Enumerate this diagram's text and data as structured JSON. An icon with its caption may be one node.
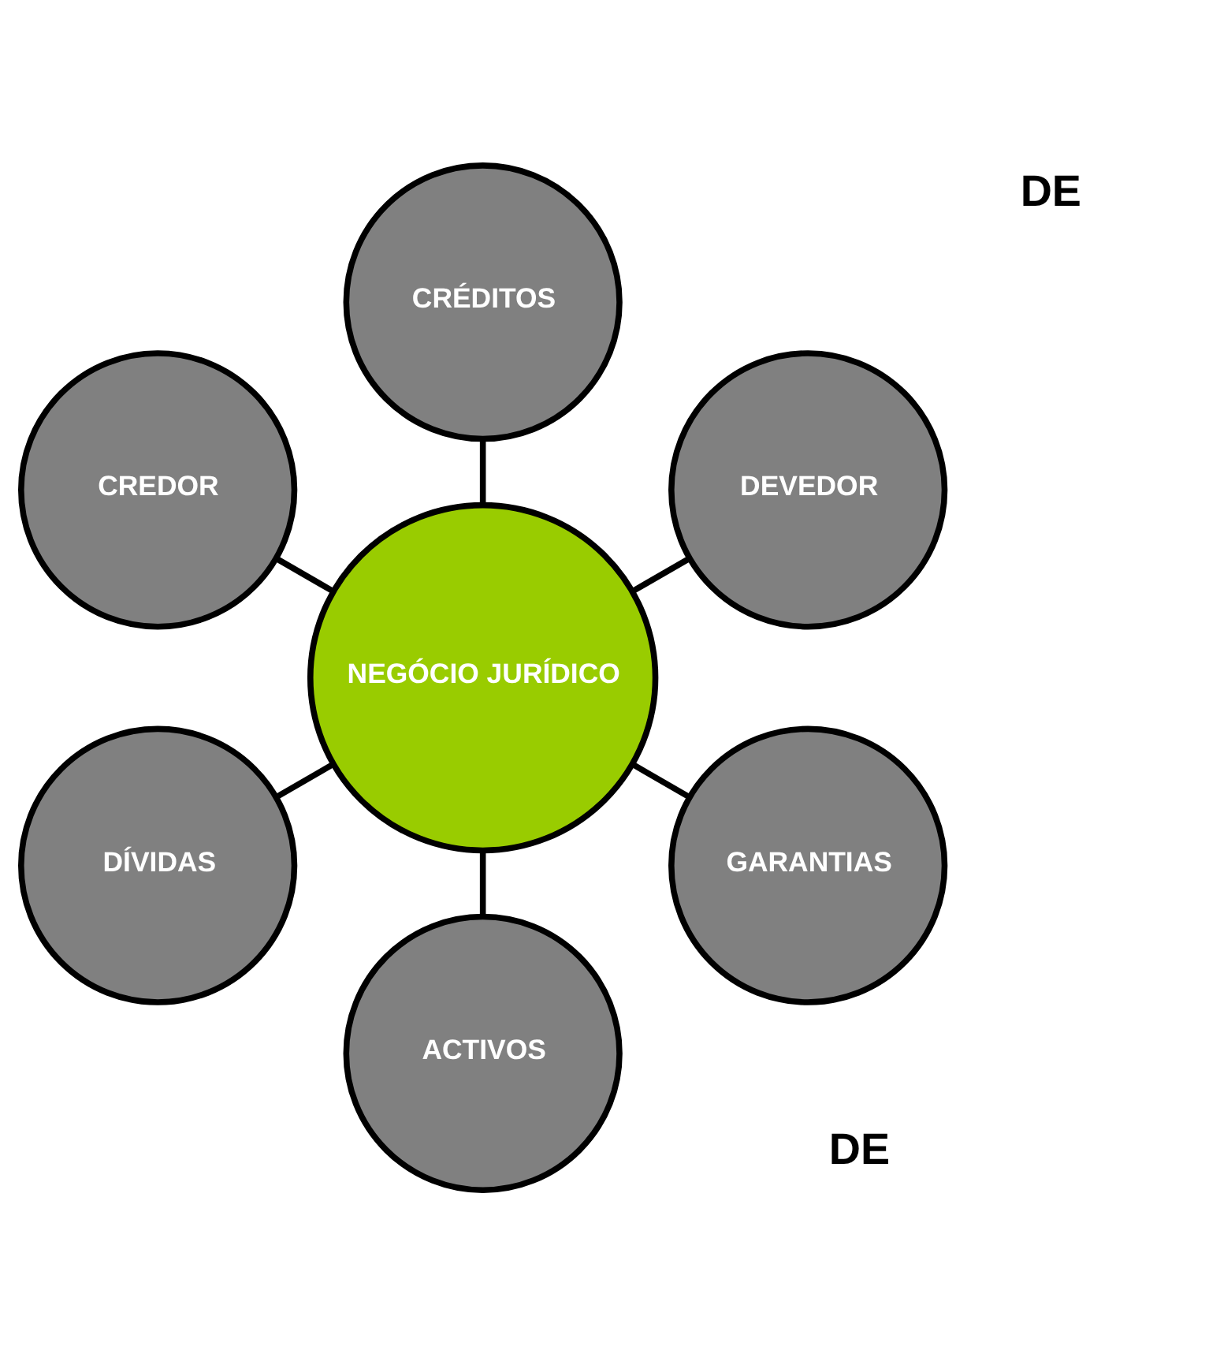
{
  "diagram": {
    "nodes": [
      {
        "text": [
          "DEVEDOR"
        ]
      },
      {
        "text": [
          "CRÉDITOS"
        ]
      },
      {
        "text": [
          "CREDOR"
        ]
      },
      {
        "text": [
          "NEGÓCIO JURÍDICO"
        ]
      },
      {
        "text": [
          "DÍVIDAS"
        ]
      },
      {
        "text": [
          "ACTIVOS"
        ]
      },
      {
        "text": [
          "GARANTIAS"
        ]
      }
    ],
    "edges": [
      {
        "from": 3,
        "to": 0,
        "arrow": "none"
      },
      {
        "from": 3,
        "to": 2,
        "arrow": "none"
      },
      {
        "from": 3,
        "to": 5,
        "arrow": "none"
      },
      {
        "from": 3,
        "to": 6,
        "arrow": "none"
      },
      {
        "from": 3,
        "to": 4,
        "arrow": "none"
      },
      {
        "from": 3,
        "to": 1,
        "arrow": "none"
      }
    ],
    "labels": [
      "DE",
      "DE"
    ]
  }
}
